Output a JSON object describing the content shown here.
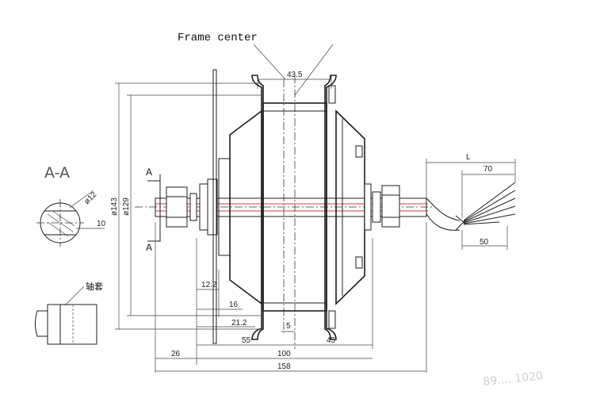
{
  "annotations": {
    "frame_center": "Frame center",
    "section_title": "A-A",
    "section_mark_top": "A",
    "section_mark_bottom": "A",
    "sleeve_label": "轴套",
    "cable_length_label": "L"
  },
  "dimensions": {
    "hub_width": "43.5",
    "outer_diameter": "ø143",
    "flange_diameter": "ø129",
    "axle_diameter": "ø12",
    "axle_flat": "10",
    "d_12_2": "12.2",
    "d_16": "16",
    "d_21_2": "21.2",
    "d_5": "5",
    "d_26": "26",
    "d_55": "55",
    "d_45": "45",
    "d_100": "100",
    "d_158": "158",
    "cable_70": "70",
    "cable_50": "50"
  },
  "watermark": "89.... 1020"
}
